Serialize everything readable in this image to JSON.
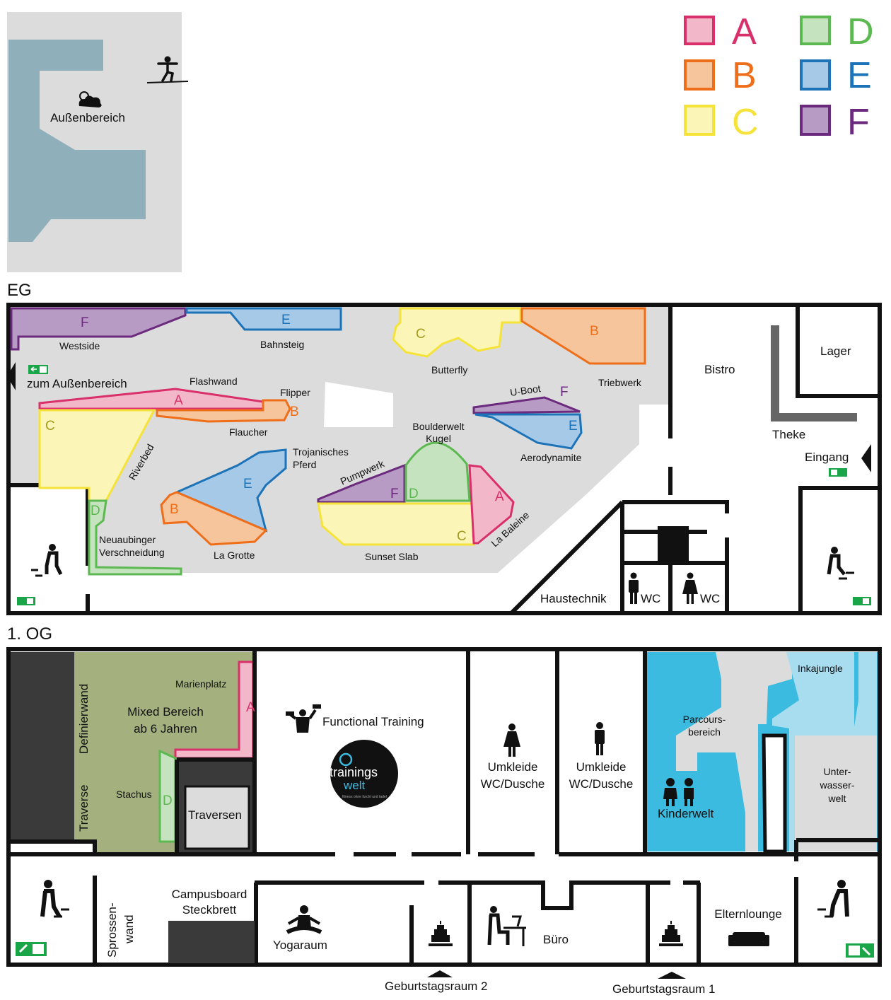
{
  "legend": [
    {
      "letter": "A",
      "color": "#d9306b",
      "fill": "#f2b8c9"
    },
    {
      "letter": "B",
      "color": "#ee6e1a",
      "fill": "#f7c59b"
    },
    {
      "letter": "C",
      "color": "#f6e33a",
      "fill": "#fbf6b8"
    },
    {
      "letter": "D",
      "color": "#5cb850",
      "fill": "#c6e3bf"
    },
    {
      "letter": "E",
      "color": "#1d73b7",
      "fill": "#a7c9e8"
    },
    {
      "letter": "F",
      "color": "#6b2a7d",
      "fill": "#b79bc4"
    }
  ],
  "outdoor": {
    "label": "Außenbereich",
    "icons": [
      "weather-icon",
      "slackline-icon"
    ]
  },
  "floors": {
    "eg": {
      "title": "EG",
      "exit_label": "zum Außenbereich",
      "rooms": {
        "bistro": "Bistro",
        "lager": "Lager",
        "theke": "Theke",
        "eingang": "Eingang",
        "haustechnik": "Haustechnik",
        "wc_men": "WC",
        "wc_women": "WC"
      },
      "walls": [
        {
          "name": "Westside",
          "zone": "F"
        },
        {
          "name": "Bahnsteig",
          "zone": "E"
        },
        {
          "name": "Butterfly",
          "zone": "C"
        },
        {
          "name": "Triebwerk",
          "zone": "B"
        },
        {
          "name": "Flashwand",
          "zone": "A"
        },
        {
          "name": "Flipper",
          "zone": "B"
        },
        {
          "name": "Flaucher",
          "zone": ""
        },
        {
          "name": "Riverbed",
          "zone": "C"
        },
        {
          "name": "Neuaubinger Verschneidung",
          "zone": "D"
        },
        {
          "name": "Trojanisches Pferd",
          "zone": "E"
        },
        {
          "name": "La Grotte",
          "zone": "B"
        },
        {
          "name": "Pumpwerk",
          "zone": "F"
        },
        {
          "name": "Boulderwelt Kugel",
          "zone": "D"
        },
        {
          "name": "Sunset Slab",
          "zone": "C"
        },
        {
          "name": "La Baleine",
          "zone": "A"
        },
        {
          "name": "U-Boot",
          "zone": "F"
        },
        {
          "name": "Aerodynamite",
          "zone": "E"
        }
      ],
      "boulderwelt_line1": "Boulderwelt",
      "boulderwelt_line2": "Kugel",
      "trojan_line1": "Trojanisches",
      "trojan_line2": "Pferd",
      "neuaub_line1": "Neuaubinger",
      "neuaub_line2": "Verschneidung"
    },
    "og": {
      "title": "1. OG",
      "rooms": {
        "mixed_line1": "Mixed Bereich",
        "mixed_line2": "ab 6 Jahren",
        "marienplatz": "Marienplatz",
        "definierwand": "Definierwand",
        "traverse": "Traverse",
        "stachus": "Stachus",
        "traversen": "Traversen",
        "functional": "Functional Training",
        "umkleide1_line1": "Umkleide",
        "umkleide1_line2": "WC/Dusche",
        "umkleide2_line1": "Umkleide",
        "umkleide2_line2": "WC/Dusche",
        "inkajungle": "Inkajungle",
        "parcours_line1": "Parcours-",
        "parcours_line2": "bereich",
        "unterwasser_line1": "Unter-",
        "unterwasser_line2": "wasser-",
        "unterwasser_line3": "welt",
        "kinderwelt": "Kinderwelt",
        "sprossen_line1": "Sprossen-",
        "sprossen_line2": "wand",
        "campus_line1": "Campusboard",
        "campus_line2": "Steckbrett",
        "yoga": "Yogaraum",
        "buero": "Büro",
        "elternlounge": "Elternlounge",
        "geburtstag2": "Geburtstagsraum 2",
        "geburtstag1": "Geburtstagsraum 1"
      },
      "logo_text_1": "trainings",
      "logo_text_2": "welt",
      "logo_tagline": "fitness ohne furcht und tadel"
    }
  },
  "zone_letters": {
    "A": "A",
    "B": "B",
    "C": "C",
    "D": "D",
    "E": "E",
    "F": "F"
  }
}
